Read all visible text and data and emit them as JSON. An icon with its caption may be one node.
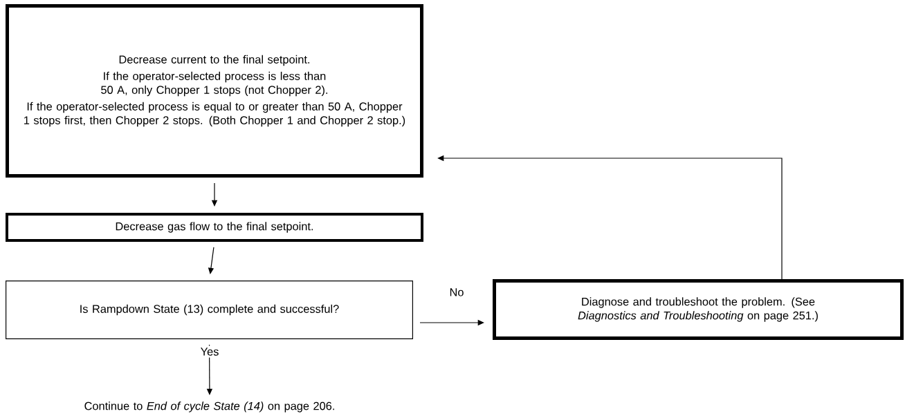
{
  "diagram": {
    "nodes": [
      {
        "text": [
          "Decrease current to the final setpoint.",
          "If the operator-selected process is less than 50 A, only Chopper 1 stops (not Chopper 2).",
          "If the operator-selected process is equal to or greater than 50 A, Chopper 1 stops first, then Chopper 2 stops. (Both Chopper 1 and Chopper 2 stop.)"
        ]
      },
      {
        "text": [
          "Decrease gas flow to the final setpoint."
        ]
      },
      {
        "text": [
          "Is Rampdown State (13) complete and successful?"
        ]
      },
      {
        "text": [
          "Diagnose and troubleshoot the problem. (See *Diagnostics and Troubleshooting* on page 251.)"
        ]
      },
      {
        "text": [
          "Continue to *End of cycle State (14)* on page 206."
        ]
      }
    ],
    "edges": [
      {
        "from": 0,
        "to": 1,
        "arrow": "to"
      },
      {
        "from": 1,
        "to": 2,
        "arrow": "to"
      },
      {
        "from": 2,
        "to": 3,
        "arrow": "to",
        "label": "No"
      },
      {
        "from": 2,
        "to": 4,
        "arrow": "to",
        "label": "Yes"
      },
      {
        "from": 3,
        "to": 0,
        "arrow": "to"
      }
    ]
  }
}
